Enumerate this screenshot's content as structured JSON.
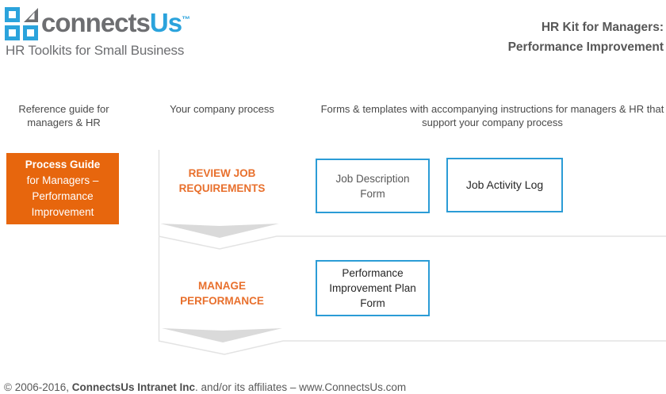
{
  "colors": {
    "brand_blue": "#2BA3DC",
    "box_border_blue": "#2B9CD6",
    "guide_orange": "#E7660D",
    "step_orange": "#E8702D",
    "logo_gray": "#6D6E71",
    "title_gray": "#575757",
    "divider_gray": "#D9D9D9"
  },
  "header": {
    "logo": {
      "word_gray": "connects",
      "word_blue": "Us",
      "trademark": "TM",
      "tagline": "HR Toolkits for Small Business"
    },
    "title_line1": "HR Kit for Managers:",
    "title_line2": "Performance Improvement"
  },
  "columns": {
    "reference": "Reference guide for managers & HR",
    "process": "Your company process",
    "forms": "Forms &  templates with accompanying instructions for managers & HR that support your company process"
  },
  "guide_box": {
    "title": "Process Guide",
    "line2": "for Managers –",
    "line3": "Performance",
    "line4": "Improvement"
  },
  "steps": [
    {
      "label": "REVIEW JOB REQUIREMENTS",
      "forms": [
        "Job Description Form",
        "Job Activity Log"
      ]
    },
    {
      "label": "MANAGE PERFORMANCE",
      "forms": [
        "Performance Improvement Plan Form"
      ]
    }
  ],
  "footer": {
    "prefix": "© 2006-2016, ",
    "company": "ConnectsUs Intranet Inc",
    "suffix": ". and/or its affiliates – www.ConnectsUs.com"
  }
}
